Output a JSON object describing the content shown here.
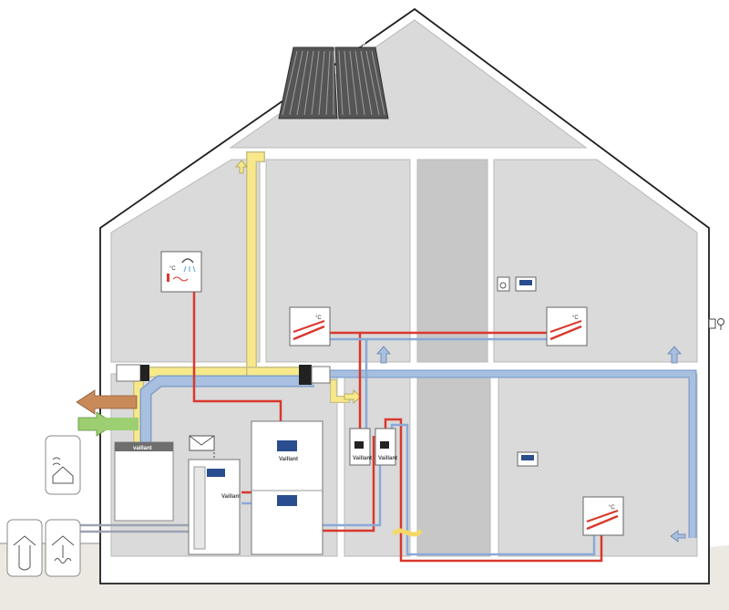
{
  "brand": {
    "panel_left": "Vaillant",
    "panel_right": "Vaillant",
    "ventilation_unit": "vaillant",
    "heat_pump": "Vaillant",
    "tank": "Vaillant",
    "module_left": "Vaillant",
    "module_right": "Vaillant"
  },
  "units": {
    "temp_bathroom": "°C",
    "temp_floor_left": "°C",
    "temp_floor_right": "°C",
    "temp_floor_ground": "°C"
  },
  "colors": {
    "hot_pipe": "#d9382d",
    "cold_pipe": "#8aa9d8",
    "ventilation_duct": "#f7e98a",
    "exhaust_air": "#c98a5a",
    "fresh_air": "#9ccf72",
    "room_fill": "#dadada",
    "wall_line": "#1e1e1e",
    "ground": "#e8e4de"
  },
  "icons": [
    "solar-collector-icon",
    "ventilation-unit-icon",
    "heat-pump-icon",
    "hot-water-tank-icon",
    "mixing-module-icon",
    "floor-heating-icon",
    "shower-icon",
    "room-thermostat-icon",
    "controller-icon",
    "outdoor-sensor-icon",
    "air-source-icon",
    "geothermal-probe-icon",
    "ground-collector-icon",
    "exhaust-arrow-icon",
    "fresh-air-arrow-icon",
    "mail-icon"
  ]
}
